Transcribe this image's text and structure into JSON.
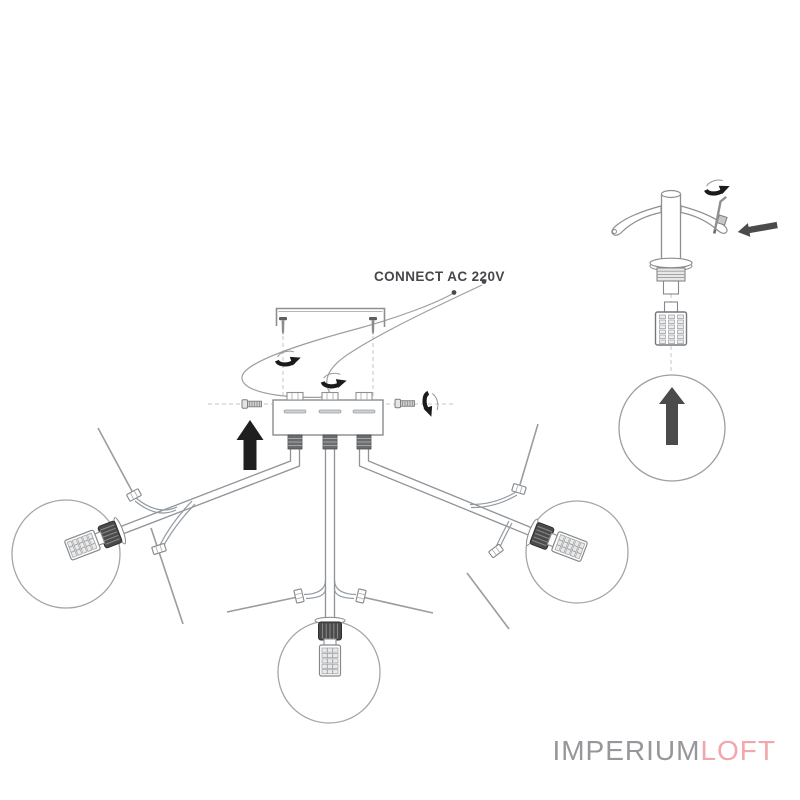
{
  "labels": {
    "connect": "CONNECT AC 220V"
  },
  "logo": {
    "imperium": "IMPERIUM",
    "loft": "LOFT",
    "imperium_color": "#97979b",
    "loft_color": "#f1a7ab"
  },
  "colors": {
    "background": "#ffffff",
    "line": "#8f9397",
    "light_line": "#9aa0a4",
    "guide_dash": "#c4c6c8",
    "black": "#1f1f1f",
    "arrow_gray": "#4b4b4d",
    "text": "#46474b"
  },
  "icons": {
    "up_arrow": "↑",
    "left_arrow": "←",
    "rotate_arrow": "↻"
  }
}
